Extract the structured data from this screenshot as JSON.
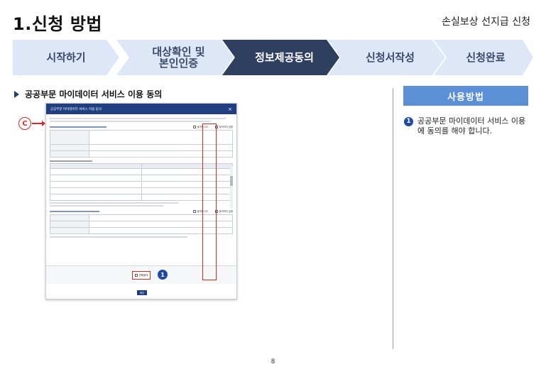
{
  "header": {
    "title": "1.신청 방법",
    "subtitle": "손실보상 선지급 신청"
  },
  "steps": [
    {
      "label": "시작하기"
    },
    {
      "label_line1": "대상확인 및",
      "label_line2": "본인인증"
    },
    {
      "label": "정보제공동의",
      "active": true
    },
    {
      "label": "신청서작성"
    },
    {
      "label": "신청완료"
    }
  ],
  "section": {
    "title": "공공부문 마이데이터 서비스 이용 동의"
  },
  "marker": {
    "c_label": "C"
  },
  "dialog": {
    "title": "공공부문 마이데이터 서비스 이용 동의",
    "close_glyph": "×",
    "agree_label": "동의합니다",
    "disagree_label": "동의하지 않음",
    "agree_all_label": "전체동의",
    "confirm_label": "확인",
    "badge_number": "1"
  },
  "usage": {
    "button_label": "사용방법",
    "notes": [
      {
        "number": "1",
        "text": "공공부문 마이데이터 서비스 이용에 동의를 해야 합니다."
      }
    ]
  },
  "page_number": "8",
  "colors": {
    "step_bg": "#dde7f7",
    "step_active_bg": "#2e3f5f",
    "accent_blue": "#5b8fd6",
    "badge_blue": "#1d4aa3",
    "highlight_red": "#d9281f"
  }
}
